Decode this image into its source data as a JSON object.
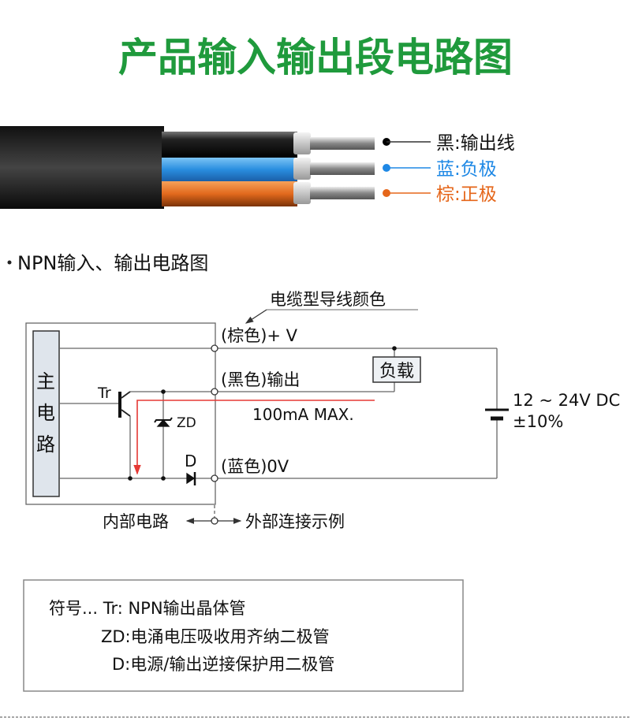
{
  "title": "产品输入输出段电路图",
  "colors": {
    "title": "#1f9a3c",
    "blue": "#1e88e5",
    "orange": "#e5661a",
    "red": "#e53935",
    "panel": "#dfe5ec"
  },
  "cable": {
    "labels": [
      {
        "color_name": "黑",
        "sep": ":",
        "meaning": "输出线"
      },
      {
        "color_name": "蓝",
        "sep": ":",
        "meaning": "负极"
      },
      {
        "color_name": "棕",
        "sep": ":",
        "meaning": "正极"
      }
    ]
  },
  "section_heading": "NPN输入、输出电路图",
  "diagram": {
    "wire_color_caption": "电缆型导线颜色",
    "main_circuit": [
      "主",
      "电",
      "路"
    ],
    "terminal_pos": "(棕色)+ V",
    "terminal_out": "(黑色)输出",
    "terminal_0v": "(蓝色)0V",
    "current": "100mA MAX.",
    "load": "负载",
    "tr": "Tr",
    "zd": "ZD",
    "d": "D",
    "supply": "12 ~ 24V DC",
    "tolerance": "±10%",
    "internal": "内部电路",
    "external": "外部连接示例"
  },
  "legend": [
    "符号... Tr: NPN输出晶体管",
    "ZD:电涌电压吸收用齐纳二极管",
    "D:电源/输出逆接保护用二极管"
  ]
}
